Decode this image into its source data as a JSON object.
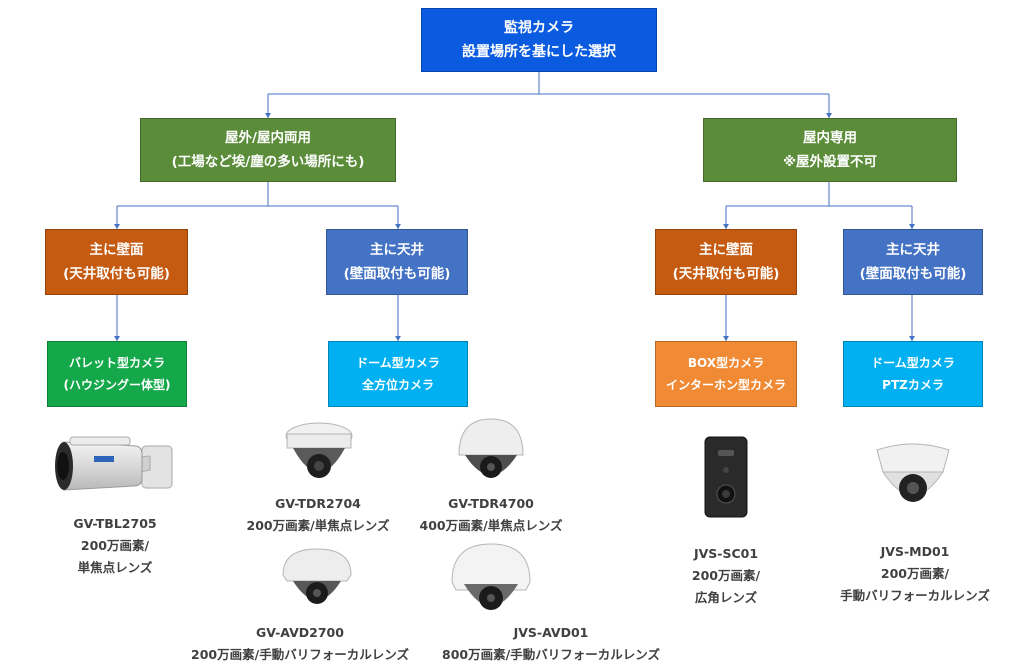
{
  "root": {
    "line1": "監視カメラ",
    "line2": "設置場所を基にした選択"
  },
  "outdoor": {
    "line1": "屋外/屋内両用",
    "line2": "(工場など埃/塵の多い場所にも)"
  },
  "indoor": {
    "line1": "屋内専用",
    "line2": "※屋外設置不可"
  },
  "out_wall": {
    "line1": "主に壁面",
    "line2": "(天井取付も可能)"
  },
  "out_ceiling": {
    "line1": "主に天井",
    "line2": "(壁面取付も可能)"
  },
  "in_wall": {
    "line1": "主に壁面",
    "line2": "(天井取付も可能)"
  },
  "in_ceiling": {
    "line1": "主に天井",
    "line2": "(壁面取付も可能)"
  },
  "type_bullet": {
    "line1": "バレット型カメラ",
    "line2": "(ハウジングー体型)"
  },
  "type_dome_out": {
    "line1": "ドーム型カメラ",
    "line2": "全方位カメラ"
  },
  "type_box": {
    "line1": "BOX型カメラ",
    "line2": "インターホン型カメラ"
  },
  "type_dome_in": {
    "line1": "ドーム型カメラ",
    "line2": "PTZカメラ"
  },
  "products": [
    {
      "name": "GV-TBL2705",
      "line2": "200万画素/",
      "line3": "単焦点レンズ"
    },
    {
      "name": "GV-TDR2704",
      "line2": "200万画素/単焦点レンズ"
    },
    {
      "name": "GV-TDR4700",
      "line2": "400万画素/単焦点レンズ"
    },
    {
      "name": "GV-AVD2700",
      "line2": "200万画素/手動バリフォーカルレンズ"
    },
    {
      "name": "JVS-AVD01",
      "line2": "800万画素/手動バリフォーカルレンズ"
    },
    {
      "name": "JVS-SC01",
      "line2": "200万画素/",
      "line3": "広角レンズ"
    },
    {
      "name": "JVS-MD01",
      "line2": "200万画素/",
      "line3": "手動バリフォーカルレンズ"
    }
  ],
  "colors": {
    "root": "#0a5be0",
    "category": "#5b8c3a",
    "wall": "#c55a11",
    "ceiling": "#4472c4",
    "bullet": "#15a84a",
    "dome": "#00b0f0",
    "box": "#f08a35",
    "line": "#4472c4"
  }
}
